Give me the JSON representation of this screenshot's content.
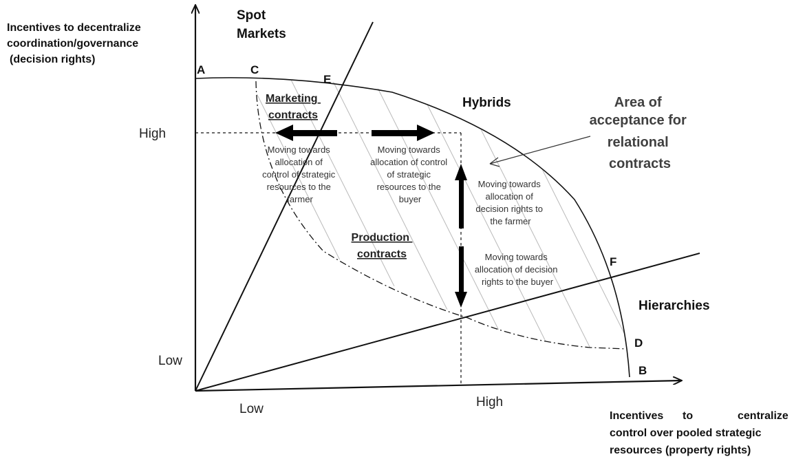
{
  "axes": {
    "y_title": [
      "Incentives to decentralize",
      "coordination/governance",
      "(decision rights)"
    ],
    "x_title": [
      "Incentives",
      "to",
      "centralize",
      "control over pooled strategic",
      "resources (property rights)"
    ],
    "y_ticks": {
      "high": "High",
      "low": "Low"
    },
    "x_ticks": {
      "low": "Low",
      "high": "High"
    }
  },
  "regions": {
    "spot_markets": [
      "Spot",
      "Markets"
    ],
    "hybrids": "Hybrids",
    "hierarchies": "Hierarchies"
  },
  "points": {
    "a": "A",
    "b": "B",
    "c": "C",
    "d": "D",
    "e": "E",
    "f": "F"
  },
  "contracts": {
    "marketing": [
      "Marketing",
      "contracts"
    ],
    "production": [
      "Production",
      "contracts"
    ]
  },
  "acceptance_area": [
    "Area of",
    "acceptance for",
    "relational",
    "contracts"
  ],
  "moves": {
    "farmer_control": [
      "Moving towards",
      "allocation of",
      "control of  strategic",
      "resources to the",
      "farmer"
    ],
    "buyer_control": [
      "Moving towards",
      "allocation of control",
      "of  strategic",
      "resources to the",
      "buyer"
    ],
    "farmer_decision": [
      "Moving towards",
      "allocation of",
      "decision rights to",
      "the farmer"
    ],
    "buyer_decision": [
      "Moving towards",
      "allocation of decision",
      "rights to the buyer"
    ]
  }
}
